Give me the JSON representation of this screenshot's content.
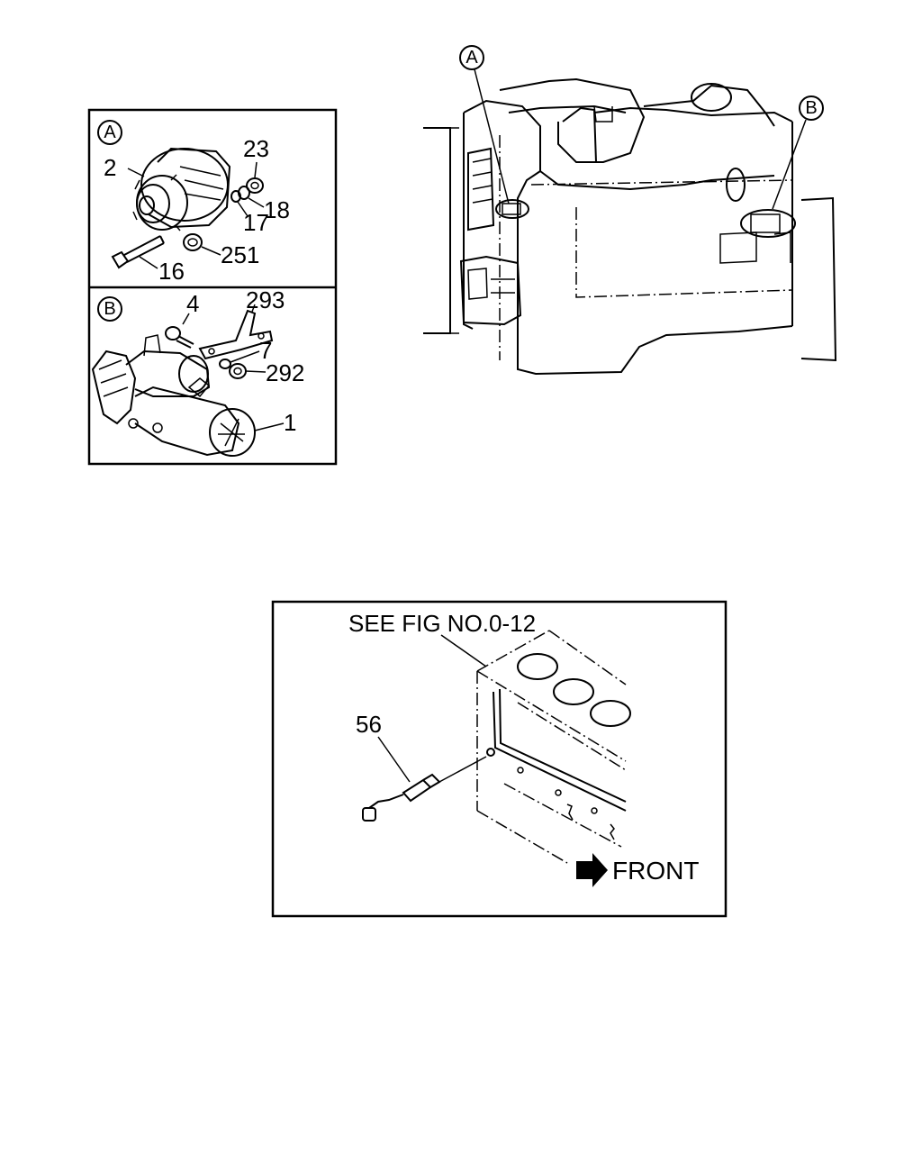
{
  "panel_a": {
    "callout": "A",
    "parts": {
      "p2": "2",
      "p23": "23",
      "p18": "18",
      "p17": "17",
      "p251": "251",
      "p16": "16"
    }
  },
  "panel_b": {
    "callout": "B",
    "parts": {
      "p4": "4",
      "p293": "293",
      "p7": "7",
      "p292": "292",
      "p1": "1"
    }
  },
  "engine_view": {
    "callout_a": "A",
    "callout_b": "B"
  },
  "sensor_panel": {
    "see_fig": "SEE FIG NO.0-12",
    "part_56": "56",
    "front_label": "FRONT"
  }
}
